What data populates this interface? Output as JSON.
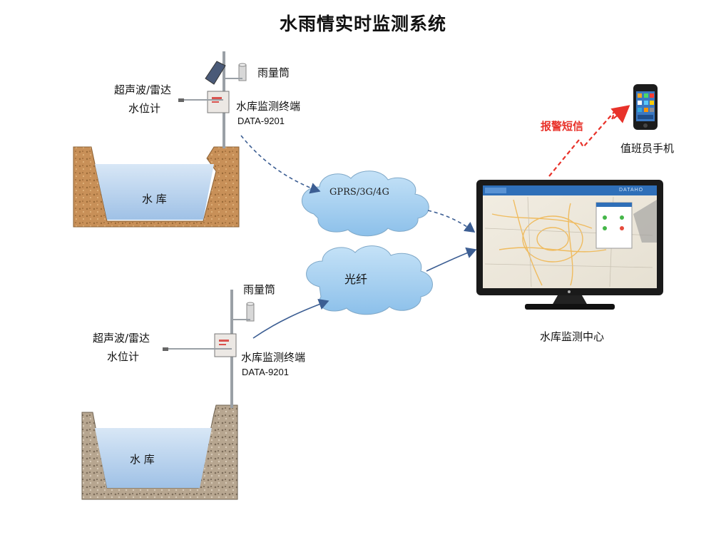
{
  "title": "水雨情实时监测系统",
  "station1": {
    "rain_gauge_label": "雨量筒",
    "level_meter_label_l1": "超声波/雷达",
    "level_meter_label_l2": "水位计",
    "terminal_label": "水库监测终端",
    "terminal_model": "DATA-9201",
    "reservoir_label": "水 库"
  },
  "station2": {
    "rain_gauge_label": "雨量筒",
    "level_meter_label_l1": "超声波/雷达",
    "level_meter_label_l2": "水位计",
    "terminal_label": "水库监测终端",
    "terminal_model": "DATA-9201",
    "reservoir_label": "水 库"
  },
  "network": {
    "wireless_label": "GPRS/3G/4G",
    "fiber_label": "光纤"
  },
  "center": {
    "label": "水库监测中心",
    "screen_brand": "DATAHO"
  },
  "alert": {
    "sms_label": "报警短信",
    "phone_label": "值班员手机"
  },
  "colors": {
    "water": "#b8d2ee",
    "soil": "#c8955c",
    "cloud": "#a9d2f0",
    "arrow": "#3c5e93",
    "alert_red": "#e8322a"
  }
}
